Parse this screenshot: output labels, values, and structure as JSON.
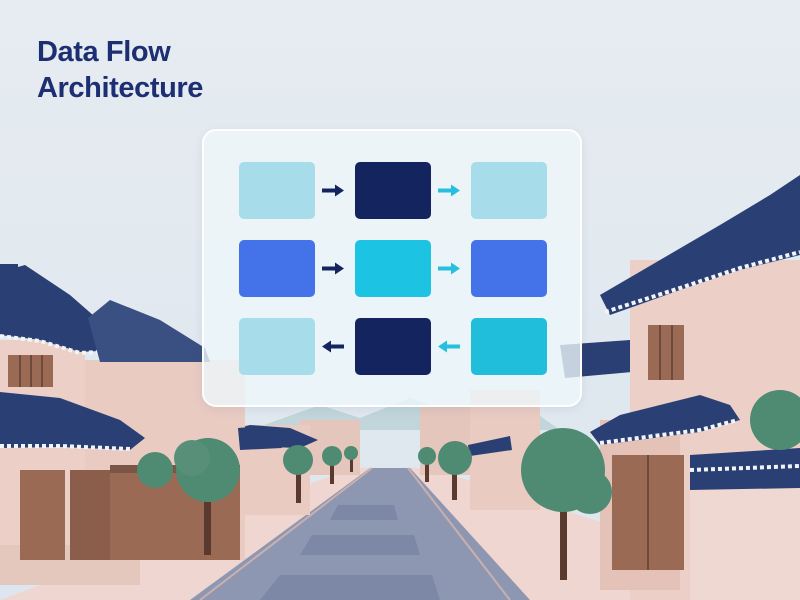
{
  "title": {
    "line1": "Data Flow",
    "line2": "Architecture"
  },
  "colors": {
    "sky": "#e3eaf0",
    "title": "#1d2f72",
    "roof": "#2a3f73",
    "roof_trim": "#f1f4f8",
    "wall": "#eccfc6",
    "wall_shade": "#d9b4a8",
    "wood": "#9a6a55",
    "road": "#8e97b2",
    "sidewalk": "#f0d6d0",
    "tree": "#4f8a72",
    "trunk": "#5a3a2e",
    "arrow_dark": "#13245e",
    "arrow_cyan": "#25c0dd"
  },
  "diagram": {
    "rows": [
      {
        "boxes": [
          "light-blue",
          "navy",
          "light-blue"
        ],
        "arrows": [
          {
            "dir": "right",
            "color": "dark"
          },
          {
            "dir": "right",
            "color": "cyan"
          }
        ]
      },
      {
        "boxes": [
          "royal-blue",
          "cyan",
          "royal-blue"
        ],
        "arrows": [
          {
            "dir": "right",
            "color": "dark"
          },
          {
            "dir": "right",
            "color": "cyan"
          }
        ]
      },
      {
        "boxes": [
          "light-blue",
          "navy",
          "teal"
        ],
        "arrows": [
          {
            "dir": "left",
            "color": "dark"
          },
          {
            "dir": "left",
            "color": "cyan"
          }
        ]
      }
    ],
    "box_colors": {
      "light-blue": "#a7dcea",
      "navy": "#13245e",
      "royal-blue": "#4472e8",
      "cyan": "#1cc3e2",
      "teal": "#21bedc"
    }
  }
}
